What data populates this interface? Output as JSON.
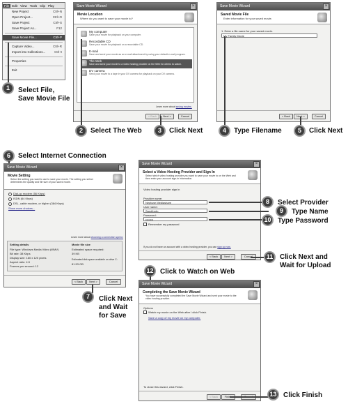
{
  "menu": {
    "bar": [
      "File",
      "Edit",
      "View",
      "Tools",
      "Clip",
      "Play"
    ],
    "items": [
      {
        "label": "New Project",
        "shortcut": "Ctrl+N"
      },
      {
        "label": "Open Project...",
        "shortcut": "Ctrl+O"
      },
      {
        "label": "Save Project",
        "shortcut": "Ctrl+S"
      },
      {
        "label": "Save Project As...",
        "shortcut": "F12"
      },
      {
        "label": "Save Movie File...",
        "shortcut": "Ctrl+P"
      },
      {
        "label": "Capture Video...",
        "shortcut": "Ctrl+R"
      },
      {
        "label": "Import into Collections...",
        "shortcut": "Ctrl+I"
      },
      {
        "label": "Properties",
        "shortcut": ""
      },
      {
        "label": "Exit",
        "shortcut": ""
      }
    ]
  },
  "wizard_title": "Save Movie Wizard",
  "w2": {
    "heading": "Movie Location",
    "sub": "Where do you want to save your movie to?",
    "options": [
      {
        "title": "My computer",
        "desc": "Save your movie for playback on your computer."
      },
      {
        "title": "Recordable CD",
        "desc": "Save your movie for playback on a recordable CD."
      },
      {
        "title": "E-mail",
        "desc": "Save and send your movie as an e-mail attachment by using your default e-mail program."
      },
      {
        "title": "The Web",
        "desc": "Save and send your movie to a video hosting provider on the Web for others to watch."
      },
      {
        "title": "DV camera",
        "desc": "Send your movie to a tape in your DV camera for playback on your DV camera."
      }
    ],
    "learn": "Learn more about",
    "learn_link": "saving movies."
  },
  "w3": {
    "heading": "Saved Movie File",
    "sub": "Enter information for your saved movie.",
    "field_label": "1. Enter a file name for your saved movie.",
    "filename": "My Family Movie"
  },
  "w6": {
    "heading": "Movie Setting",
    "sub": "Select the setting you want to use to save your movie. The setting you select determines the quality and file size of your saved movie.",
    "opt1": "Dial-up modem (56 Kbps)",
    "opt2": "ISDN (64 Kbps)",
    "opt3": "DSL, cable modem, or higher (384 Kbps)",
    "more": "Show more choices...",
    "learn": "Learn more about",
    "learn_link": "choosing a connection speed.",
    "settings_title": "Setting details",
    "settings": [
      "File type: Windows Media Video (WMV)",
      "Bit rate: 38 Kbps",
      "Display size: 160 x 120 pixels",
      "Aspect ratio: 4:3",
      "Frames per second: 12"
    ],
    "movie_size": "Movie file size",
    "space_req": "Estimated space required:",
    "space_val": "39 KB",
    "space_avail": "Estimated disk space available on drive C:",
    "space_avail_val": "81.53 GB"
  },
  "w8": {
    "heading": "Select a Video Hosting Provider and Sign In",
    "sub": "Select which video hosting provider you want to save your movie to on the Web and then enter your account sign-in information.",
    "provider_label": "Video hosting provider sign in",
    "provider_name_label": "Provider name:",
    "provider": "Neptune Mediashare",
    "username_label": "User name:",
    "username": "Sandfrodo",
    "password_label": "Password:",
    "password": "••••••••",
    "remember": "Remember my password",
    "footer": "If you do not have an account with a video hosting provider, you can",
    "footer_link": "sign up now."
  },
  "w12": {
    "heading": "Completing the Save Movie Wizard",
    "sub": "You have successfully completed the Save Movie Wizard and sent your movie to the video hosting provider.",
    "options_label": "Options",
    "watch": "Watch my movie on the Web after I click Finish.",
    "save_copy": "Save a copy of my movie on my computer.",
    "close_text": "To close this wizard, click Finish."
  },
  "buttons": {
    "back": "< Back",
    "next": "Next >",
    "cancel": "Cancel",
    "finish": "Finish"
  },
  "steps": {
    "s1": {
      "num": "1",
      "text": "Select File, Save Movie File"
    },
    "s2": {
      "num": "2",
      "text": "Select The Web"
    },
    "s3": {
      "num": "3",
      "text": "Click Next"
    },
    "s4": {
      "num": "4",
      "text": "Type Filename"
    },
    "s5": {
      "num": "5",
      "text": "Click Next"
    },
    "s6": {
      "num": "6",
      "text": "Select Internet Connection"
    },
    "s7": {
      "num": "7",
      "text": "Click Next and Wait for Save"
    },
    "s8": {
      "num": "8",
      "text": "Select Provider"
    },
    "s9": {
      "num": "9",
      "text": "Type Name"
    },
    "s10": {
      "num": "10",
      "text": "Type Password"
    },
    "s11": {
      "num": "11",
      "text": "Click Next and Wait for Upload"
    },
    "s12": {
      "num": "12",
      "text": "Click to Watch on Web"
    },
    "s13": {
      "num": "13",
      "text": "Click Finish"
    }
  }
}
